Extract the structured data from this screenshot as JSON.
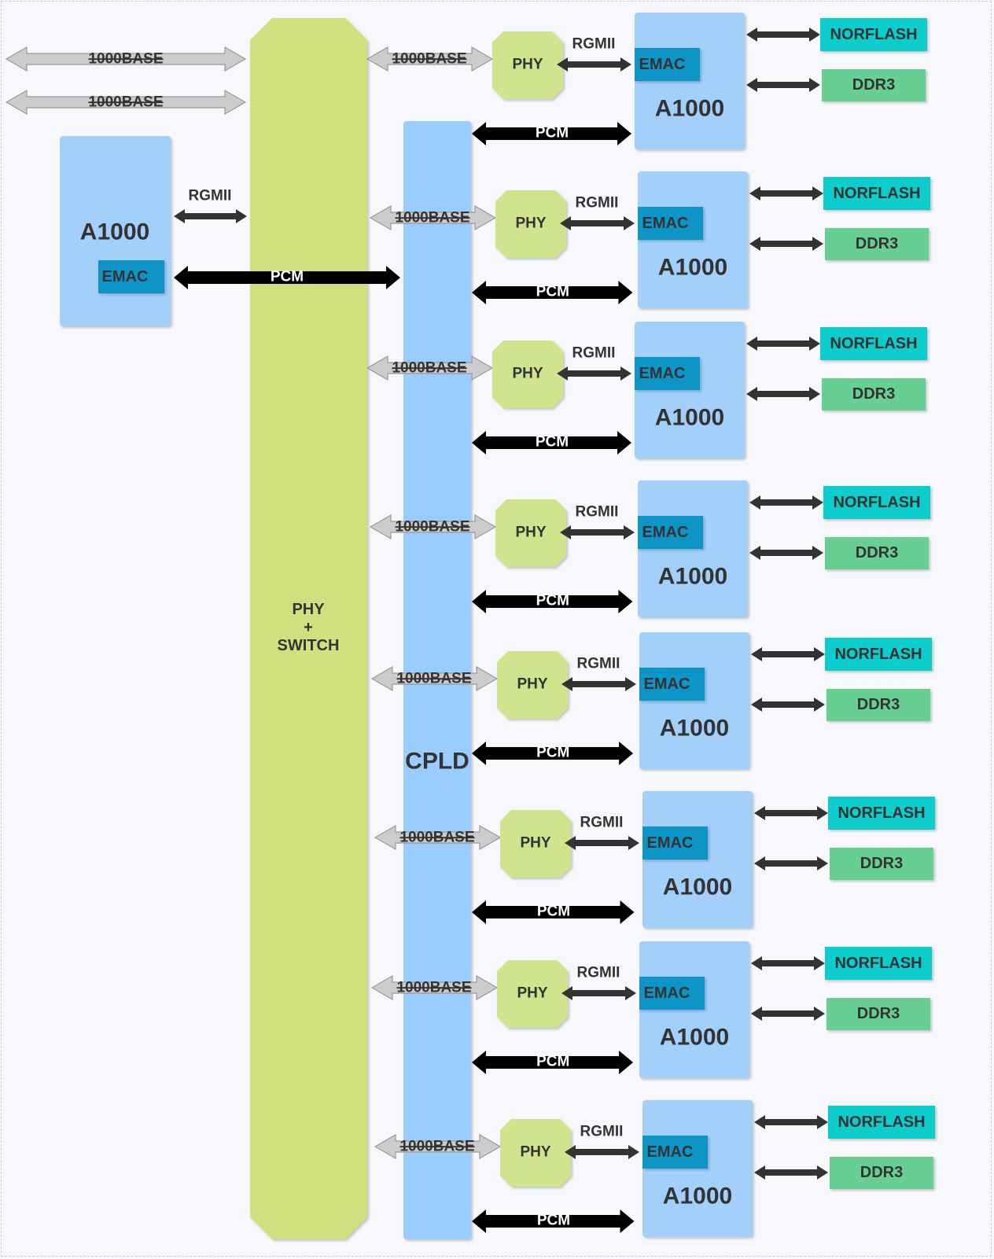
{
  "colors": {
    "switch": "#d0e07f",
    "cpld": "#99ccff",
    "a1000": "#a3d0fb",
    "emac": "#0a95c8",
    "phy": "#d1e38c",
    "norflash": "#0fcccc",
    "ddr3": "#68cf93",
    "arrow_dark": "#333333",
    "arrow_black": "#000000",
    "arrow_gray": "#cccccc"
  },
  "left": {
    "arrows": [
      "1000BASE",
      "1000BASE"
    ],
    "a1000_label": "A1000",
    "emac_label": "EMAC",
    "rgmii_label": "RGMII",
    "pcm_label": "PCM"
  },
  "switch": {
    "lines": [
      "PHY",
      "+",
      "SWITCH"
    ]
  },
  "cpld": {
    "label": "CPLD"
  },
  "modules": [
    {
      "base": "1000BASE",
      "phy": "PHY",
      "rgmii": "RGMII",
      "emac": "EMAC",
      "cpu": "A1000",
      "pcm": "PCM",
      "norflash": "NORFLASH",
      "ddr3": "DDR3"
    },
    {
      "base": "1000BASE",
      "phy": "PHY",
      "rgmii": "RGMII",
      "emac": "EMAC",
      "cpu": "A1000",
      "pcm": "PCM",
      "norflash": "NORFLASH",
      "ddr3": "DDR3"
    },
    {
      "base": "1000BASE",
      "phy": "PHY",
      "rgmii": "RGMII",
      "emac": "EMAC",
      "cpu": "A1000",
      "pcm": "PCM",
      "norflash": "NORFLASH",
      "ddr3": "DDR3"
    },
    {
      "base": "1000BASE",
      "phy": "PHY",
      "rgmii": "RGMII",
      "emac": "EMAC",
      "cpu": "A1000",
      "pcm": "PCM",
      "norflash": "NORFLASH",
      "ddr3": "DDR3"
    },
    {
      "base": "1000BASE",
      "phy": "PHY",
      "rgmii": "RGMII",
      "emac": "EMAC",
      "cpu": "A1000",
      "pcm": "PCM",
      "norflash": "NORFLASH",
      "ddr3": "DDR3"
    },
    {
      "base": "1000BASE",
      "phy": "PHY",
      "rgmii": "RGMII",
      "emac": "EMAC",
      "cpu": "A1000",
      "pcm": "PCM",
      "norflash": "NORFLASH",
      "ddr3": "DDR3"
    },
    {
      "base": "1000BASE",
      "phy": "PHY",
      "rgmii": "RGMII",
      "emac": "EMAC",
      "cpu": "A1000",
      "pcm": "PCM",
      "norflash": "NORFLASH",
      "ddr3": "DDR3"
    },
    {
      "base": "1000BASE",
      "phy": "PHY",
      "rgmii": "RGMII",
      "emac": "EMAC",
      "cpu": "A1000",
      "pcm": "PCM",
      "norflash": "NORFLASH",
      "ddr3": "DDR3"
    }
  ]
}
